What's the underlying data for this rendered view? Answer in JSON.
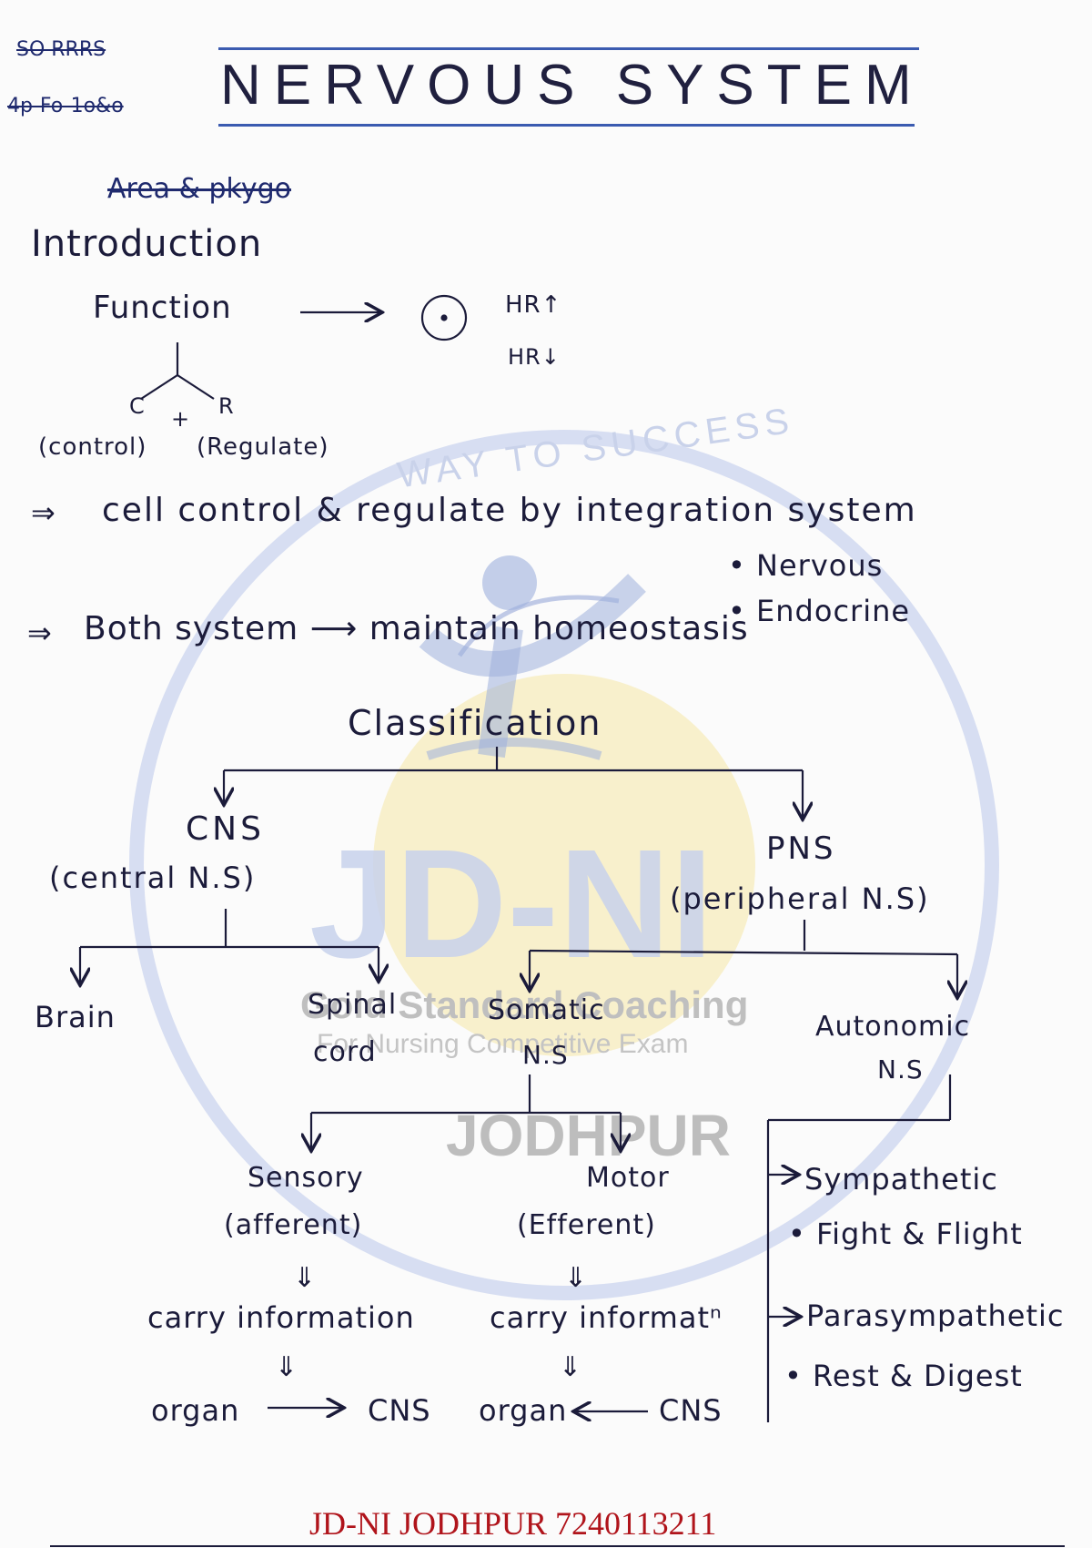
{
  "corner_notes": [
    "SO RRRS",
    "4p-Fo-1o&o"
  ],
  "title": "NERVOUS SYSTEM",
  "subtitle_scribble": "Area & pkygo",
  "introduction": "Introduction",
  "function": {
    "label": "Function",
    "hr_up": "HR↑",
    "hr_down": "HR↓",
    "c": "C",
    "r": "R",
    "plus": "+",
    "control": "(control)",
    "regulate": "(Regulate)"
  },
  "point1": {
    "arrow": "⇒",
    "text": "cell control & regulate by integration system",
    "bullets": [
      "Nervous",
      "Endocrine"
    ]
  },
  "point2": {
    "arrow": "⇒",
    "text": "Both system ⟶ maintain homeostasis"
  },
  "classification": "Classification",
  "cns": {
    "label": "CNS",
    "full": "(central N.S)"
  },
  "pns": {
    "label": "PNS",
    "full": "(peripheral N.S)"
  },
  "brain": "Brain",
  "spinal": [
    "Spinal",
    "cord"
  ],
  "somatic": [
    "Somatic",
    "N.S"
  ],
  "autonomic": [
    "Autonomic",
    "N.S"
  ],
  "sensory": [
    "Sensory",
    "(afferent)"
  ],
  "motor": [
    "Motor",
    "(Efferent)"
  ],
  "sensory_flow": {
    "carry": "carry information",
    "organ": "organ",
    "cns": "CNS"
  },
  "motor_flow": {
    "carry": "carry informatⁿ",
    "organ": "organ",
    "cns": "CNS"
  },
  "sympathetic": {
    "label": "Sympathetic",
    "note": "• Fight & Flight"
  },
  "parasympathetic": {
    "label": "Parasympathetic",
    "note": "• Rest & Digest"
  },
  "watermark": {
    "arc_text": "WAY TO SUCCESS",
    "logo": "JD-NI",
    "line1": "Gold Standard Coaching",
    "line2": "For Nursing Competitive Exam",
    "city": "JODHPUR"
  },
  "footer": "JD-NI JODHPUR 7240113211",
  "colors": {
    "ink": "#1b1b3a",
    "accent_rule": "#3b5bb0",
    "footer": "#b0141b",
    "watermark_blue": "#4a6fc4",
    "watermark_yellow": "#f4d76a"
  }
}
